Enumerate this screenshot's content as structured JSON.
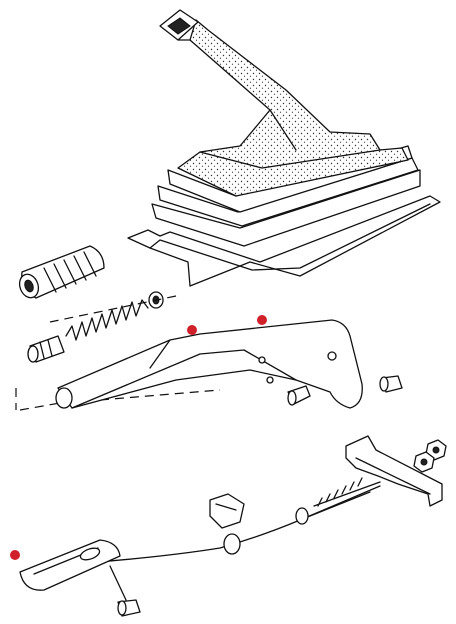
{
  "diagram": {
    "highlight_color": "#d0202a",
    "line_color": "#111111",
    "parts": [
      "gaiter-boot",
      "grip-sleeve",
      "release-spring",
      "push-button",
      "handbrake-lever",
      "pivot-pin",
      "bracket",
      "nuts",
      "clip",
      "cable",
      "cable-guide",
      "bolt"
    ]
  }
}
